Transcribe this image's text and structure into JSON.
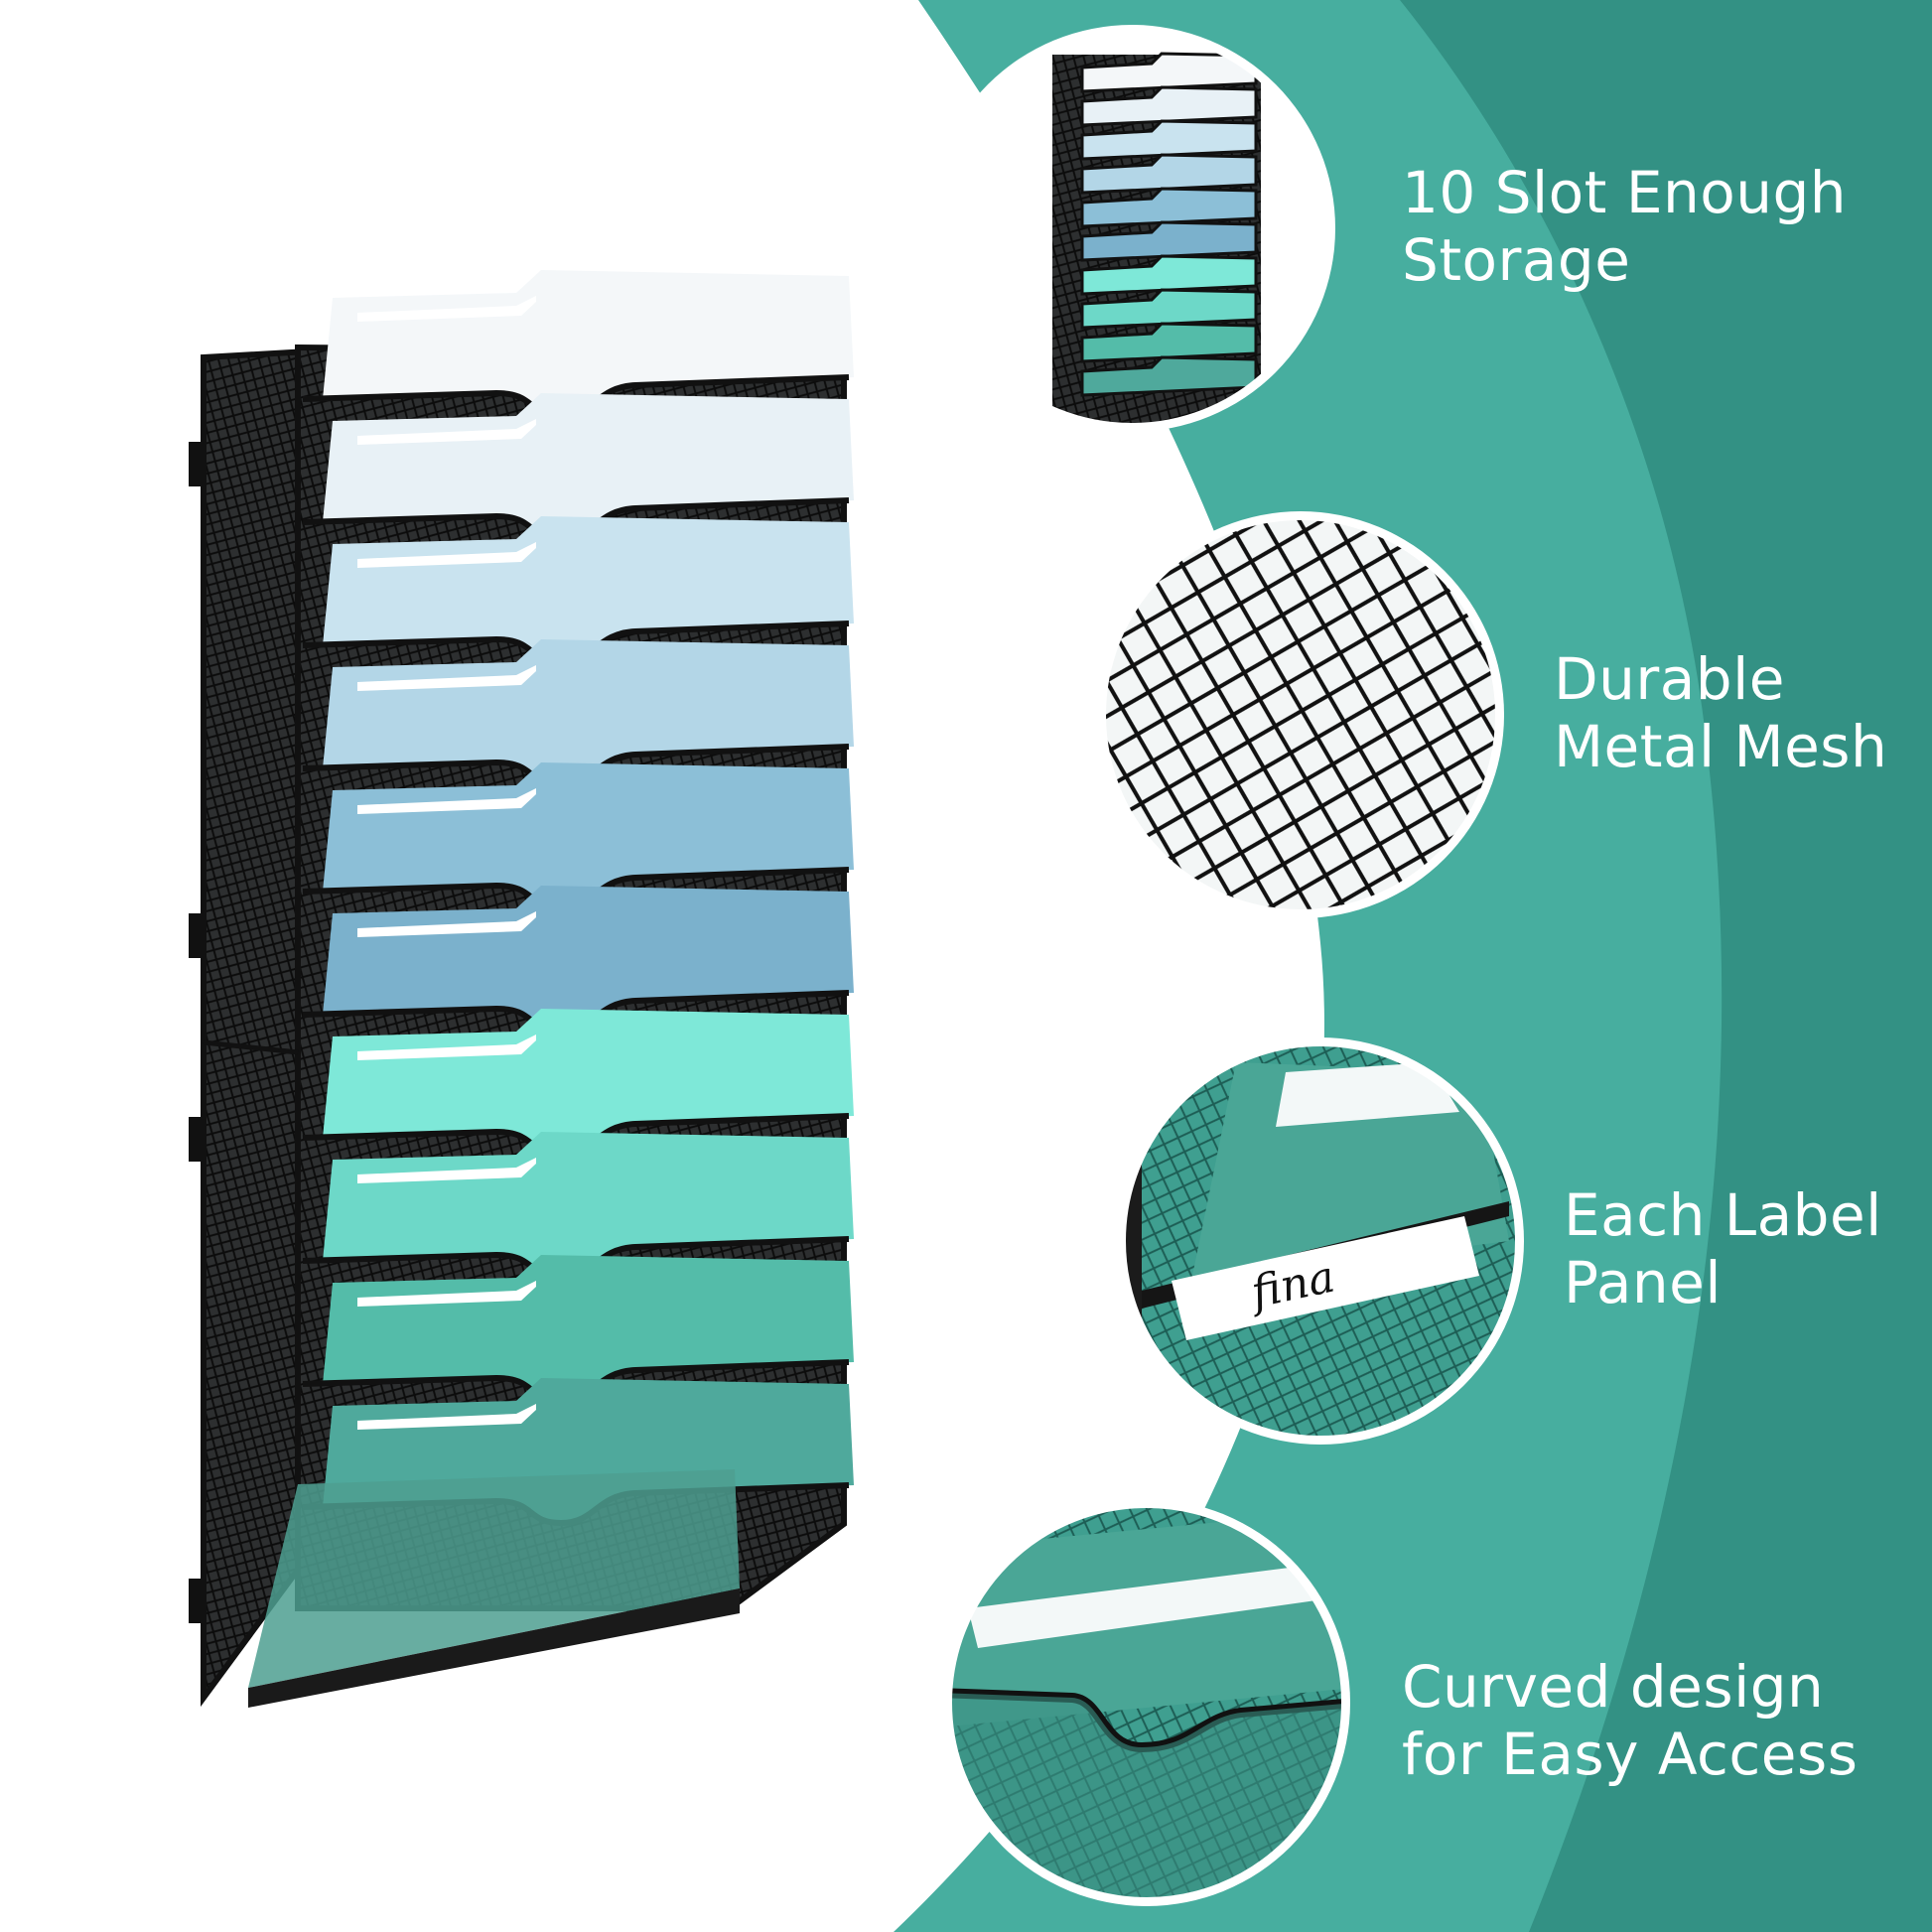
{
  "colors": {
    "background": "#ffffff",
    "band_light": "#47ae9f",
    "band_dark": "#339184",
    "text": "#ffffff",
    "frame": "#1b1b1b",
    "folder_gradient": [
      "#f4f7f9",
      "#e8f1f6",
      "#c9e3ef",
      "#b3d6e7",
      "#8cbfd7",
      "#7bb1cc",
      "#7ee8d8",
      "#6dd8c8",
      "#54bca9",
      "#4fa99c"
    ]
  },
  "product": {
    "slot_count": 10
  },
  "features": [
    {
      "id": "storage",
      "icon": "organizer-closeup",
      "line1": "10 Slot Enough",
      "line2": "Storage"
    },
    {
      "id": "mesh",
      "icon": "mesh-closeup",
      "line1": "Durable",
      "line2": "Metal Mesh"
    },
    {
      "id": "label",
      "icon": "label-closeup",
      "line1": "Each Label",
      "line2": "Panel",
      "label_text": "fina"
    },
    {
      "id": "curve",
      "icon": "curve-closeup",
      "line1": "Curved design",
      "line2": "for Easy Access"
    }
  ]
}
